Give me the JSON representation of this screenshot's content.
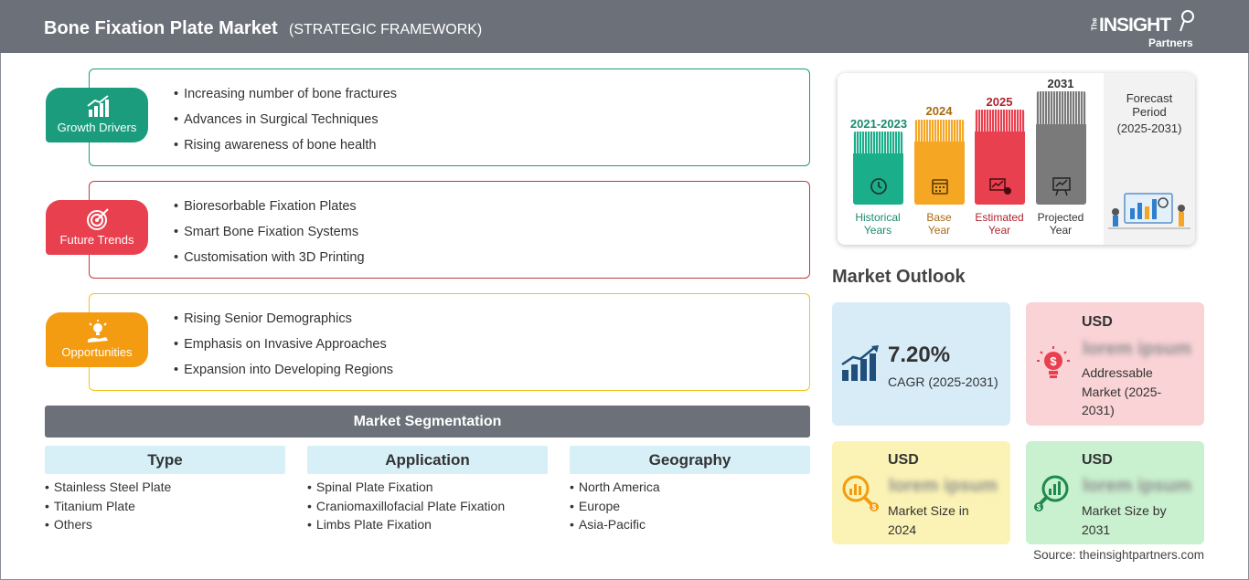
{
  "header": {
    "title": "Bone Fixation Plate Market",
    "subtitle": "(STRATEGIC FRAMEWORK)",
    "logo_the": "The",
    "logo_insight": "INSIGHT",
    "logo_partners": "Partners"
  },
  "panels": [
    {
      "label": "Growth Drivers",
      "color": "#1a9c7d",
      "border": "#1a9c7d",
      "icon": "growth-chart-icon",
      "items": [
        "Increasing number of bone fractures",
        "Advances in Surgical Techniques",
        "Rising awareness of bone health"
      ]
    },
    {
      "label": "Future Trends",
      "color": "#e8404e",
      "border": "#c23b3b",
      "icon": "target-icon",
      "items": [
        "Bioresorbable Fixation Plates",
        "Smart Bone Fixation Systems",
        "Customisation with 3D Printing"
      ]
    },
    {
      "label": "Opportunities",
      "color": "#f39c12",
      "border": "#f5c21b",
      "icon": "lightbulb-hand-icon",
      "items": [
        "Rising Senior Demographics",
        "Emphasis on Invasive Approaches",
        "Expansion into Developing Regions"
      ]
    }
  ],
  "segmentation": {
    "title": "Market Segmentation",
    "columns": [
      {
        "header": "Type",
        "items": [
          "Stainless Steel Plate",
          "Titanium Plate",
          "Others"
        ]
      },
      {
        "header": "Application",
        "items": [
          "Spinal Plate Fixation",
          "Craniomaxillofacial Plate Fixation",
          "Limbs Plate Fixation"
        ]
      },
      {
        "header": "Geography",
        "items": [
          "North America",
          "Europe",
          "Asia-Pacific"
        ]
      }
    ]
  },
  "timeline": {
    "bars": [
      {
        "year": "2021-2023",
        "label_line1": "Historical",
        "label_line2": "Years",
        "color": "#1aae8a",
        "text_color": "#1a8a6e",
        "icon": "history-clock-icon"
      },
      {
        "year": "2024",
        "label_line1": "Base",
        "label_line2": "Year",
        "color": "#f5a623",
        "text_color": "#a86a10",
        "icon": "calendar-icon"
      },
      {
        "year": "2025",
        "label_line1": "Estimated",
        "label_line2": "Year",
        "color": "#e8404e",
        "text_color": "#b0232f",
        "icon": "estimate-chart-icon"
      },
      {
        "year": "2031",
        "label_line1": "Projected",
        "label_line2": "Year",
        "color": "#7a7a7a",
        "text_color": "#444444",
        "icon": "projection-board-icon"
      }
    ],
    "forecast_line1": "Forecast",
    "forecast_line2": "Period",
    "forecast_line3": "(2025-2031)"
  },
  "outlook": {
    "title": "Market Outlook",
    "cagr": {
      "value": "7.20%",
      "desc": "CAGR (2025-2031)",
      "bg": "#d7ecf7"
    },
    "addressable": {
      "usd": "USD",
      "value": "lorem ipsum",
      "desc": "Addressable Market (2025-2031)",
      "bg": "#f9d3d6"
    },
    "size_2024": {
      "usd": "USD",
      "value": "lorem ipsum",
      "desc": "Market Size in 2024",
      "bg": "#fbf3b5"
    },
    "size_2031": {
      "usd": "USD",
      "value": "lorem ipsum",
      "desc": "Market Size by 2031",
      "bg": "#c9f0cf"
    }
  },
  "source": "Source: theinsightpartners.com"
}
